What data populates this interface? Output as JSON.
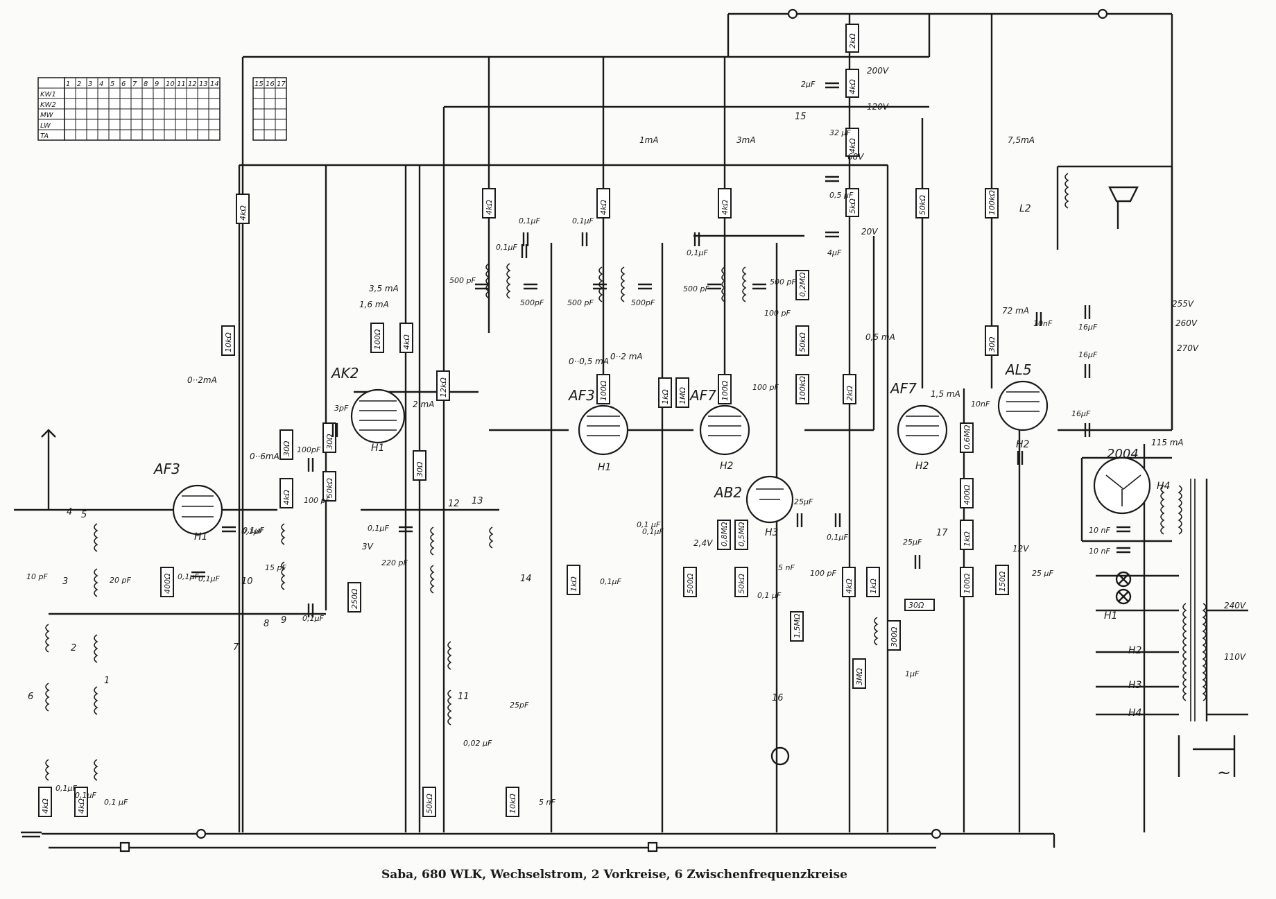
{
  "caption": "Saba, 680 WLK, Wechselstrom, 2 Vorkreise, 6 Zwischenfrequenzkreise",
  "switch_table": {
    "columns": [
      "1",
      "2",
      "3",
      "4",
      "5",
      "6",
      "7",
      "8",
      "9",
      "10",
      "11",
      "12",
      "13",
      "14"
    ],
    "columns_b": [
      "15",
      "16",
      "17"
    ],
    "rows": [
      "KW1",
      "KW2",
      "MW",
      "LW",
      "TA"
    ]
  },
  "tubes": {
    "af3_input": "AF3",
    "ak2": "AK2",
    "af3_if": "AF3",
    "af7_if": "AF7",
    "ab2": "AB2",
    "af7_af": "AF7",
    "al5": "AL5",
    "rect": "2004"
  },
  "heaters": {
    "h1a": "H1",
    "h1b": "H1",
    "h1c": "H1",
    "h2a": "H2",
    "h2b": "H2",
    "h2c": "H2",
    "h3": "H3",
    "h4": "H4",
    "t_h1": "H1",
    "t_h2": "H2",
    "t_h3": "H3",
    "t_h4": "H4",
    "l2": "L2"
  },
  "resistors": {
    "r_top": "2kΩ",
    "r_200v": "4kΩ",
    "r_120v": "4kΩ",
    "r_68v": "5kΩ",
    "r_50k_a": "50kΩ",
    "r_100k_a": "100kΩ",
    "r_4k_a": "4kΩ",
    "r_4k_b": "4kΩ",
    "r_4k_c": "4kΩ",
    "r_10k": "10kΩ",
    "r_4k_d": "4kΩ",
    "r_100_ak2": "100Ω",
    "r_30_a": "30Ω",
    "r_12k": "12kΩ",
    "r_30_b": "30Ω",
    "r_100_af3": "100Ω",
    "r_1k_a": "1kΩ",
    "r_1m_a": "1MΩ",
    "r_100_af7": "100Ω",
    "r_02m": "0,2MΩ",
    "r_50k_b": "50kΩ",
    "r_100k_b": "100kΩ",
    "r_2k": "2kΩ",
    "r_30_c": "30Ω",
    "r_06m": "0,6MΩ",
    "r_400_a": "400Ω",
    "r_30_d": "30Ω",
    "r_4k_e": "4kΩ",
    "r_50k_c": "50kΩ",
    "r_250": "250Ω",
    "r_400_b": "400Ω",
    "r_1k_b": "1kΩ",
    "r_08m": "0,8MΩ",
    "r_05m": "0,5MΩ",
    "r_500": "500Ω",
    "r_50k_d": "50kΩ",
    "r_15m": "1,5MΩ",
    "r_4k_f": "4kΩ",
    "r_1k_c": "1kΩ",
    "r_30_e": "30Ω",
    "r_300": "300Ω",
    "r_3m": "3MΩ",
    "r_1k_d": "1kΩ",
    "r_100_b": "100Ω",
    "r_150": "150Ω",
    "r_4k_g": "4kΩ",
    "r_4k_h": "4kΩ",
    "r_500_b": "50kΩ",
    "r_10k_b": "10kΩ"
  },
  "capacitors": {
    "c_2uf": "2µF",
    "c_32uf": "32 µF",
    "c_05uf": "0,5 µF",
    "c_4uf": "4µF",
    "c_01_a": "0,1µF",
    "c_01_b": "0,1µF",
    "c_01_c": "0,1µF",
    "c_01_d": "0,1µF",
    "c_500_a": "500 pF",
    "c_500_b": "500pF",
    "c_500_c": "500 pF",
    "c_500_d": "500pF",
    "c_500_e": "500 pF",
    "c_500_f": "500 pF",
    "c_3pf": "3pF",
    "c_100pf_a": "100pF",
    "c_100pf_b": "100 pF",
    "c_100pf_c": "100 pF",
    "c_100pf_d": "100 pF",
    "c_100pf_e": "100 pF",
    "c_01_e": "0,1µF",
    "c_01_f": "0,1µF",
    "c_01_g": "0,1µF",
    "c_01_h": "0,1µF",
    "c_01_i": "0,1µF",
    "c_01_j": "0,1 µF",
    "c_01_k": "0,1 µF",
    "c_01_l": "0,1µF",
    "c_01_m": "0,1µF",
    "c_01_n": "0,1µF",
    "c_01_o": "0,1 µF",
    "c_10pf": "10 pF",
    "c_20pf": "20 pF",
    "c_15pf": "15 pF",
    "c_01_p": "0,1µF",
    "c_220pf": "220 pF",
    "c_25pf": "25pF",
    "c_002": "0,02 µF",
    "c_5nf": "5 nF",
    "c_5nf_b": "5 nF",
    "c_25uf_a": "25µF",
    "c_25uf_b": "25µF",
    "c_25uf_c": "25 µF",
    "c_1uf": "1µF",
    "c_10nf_a": "10nF",
    "c_10nf_b": "10nF",
    "c_10nf_c": "10 nF",
    "c_10nf_d": "10 nF",
    "c_16uf_a": "16µF",
    "c_16uf_b": "16µF",
    "c_16uf_c": "16µF",
    "c_01_q": "0,1µF",
    "c_01_r": "0,1µF",
    "c_01_s": "0,1µF"
  },
  "voltages": {
    "v200": "200V",
    "v120": "120V",
    "v68": "68V",
    "v20": "20V",
    "v3": "3V",
    "v24": "2,4V",
    "v12": "12V",
    "v255": "255V",
    "v260": "260V",
    "v270": "270V",
    "v240": "240V",
    "v110": "110V"
  },
  "currents": {
    "i_1ma": "1mA",
    "i_3ma": "3mA",
    "i_75ma": "7,5mA",
    "i_02ma": "0··2mA",
    "i_35ma": "3,5 mA",
    "i_16ma": "1,6 mA",
    "i_2ma": "2 mA",
    "i_06ma": "0··6mA",
    "i_05ma": "0··0,5 mA",
    "i_0_2ma": "0··2 mA",
    "i_15ma": "1,5 mA",
    "i_72ma": "72 mA",
    "i_05": "0,5 mA",
    "i_115ma": "115 mA"
  },
  "switches": {
    "s1": "1",
    "s2": "2",
    "s3": "3",
    "s4": "4",
    "s5": "5",
    "s6": "6",
    "s7": "7",
    "s8": "8",
    "s9": "9",
    "s10": "10",
    "s11": "11",
    "s12": "12",
    "s13": "13",
    "s14": "14",
    "s15": "15",
    "s16": "16",
    "s17": "17"
  },
  "mains_symbol": "~"
}
